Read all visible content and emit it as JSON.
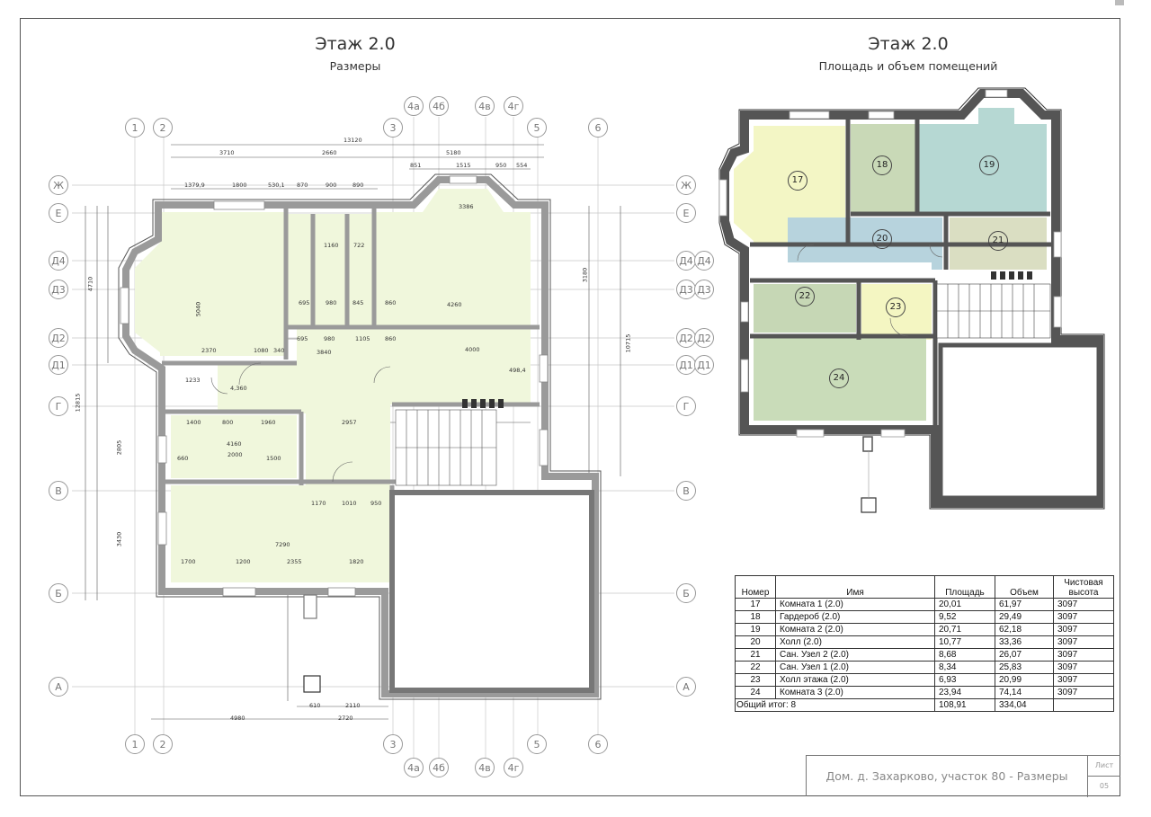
{
  "left_plan": {
    "title": "Этаж 2.0",
    "subtitle": "Размеры"
  },
  "right_plan": {
    "title": "Этаж 2.0",
    "subtitle": "Площадь и объем помещений"
  },
  "axes_top_left": [
    "1",
    "2",
    "4а",
    "4б",
    "4в",
    "4г",
    "3",
    "5",
    "6"
  ],
  "axes_side": [
    "Ж",
    "Е",
    "Д4",
    "Д3",
    "Д2",
    "Д1",
    "Г",
    "В",
    "Б",
    "А"
  ],
  "dimensions": {
    "overall": "13120",
    "top1": [
      "3710",
      "2660",
      "5180"
    ],
    "top2": [
      "851",
      "1515",
      "950",
      "554"
    ],
    "top3": [
      "1379,9",
      "1800",
      "530,1",
      "870",
      "900",
      "890"
    ],
    "left_total": "12815",
    "left_parts": [
      "4710",
      "2805",
      "3430"
    ],
    "bottom": [
      "4980",
      "610",
      "2110",
      "2720"
    ],
    "right_total": "10715",
    "inner": [
      "4260",
      "2370",
      "1080",
      "340",
      "3840",
      "4000",
      "2957",
      "4160",
      "1400",
      "800",
      "1960",
      "2000",
      "660",
      "1500",
      "1170",
      "1010",
      "950",
      "7290",
      "1700",
      "1200",
      "2355",
      "1820",
      "695",
      "980",
      "845",
      "860",
      "695",
      "980",
      "1105",
      "860",
      "1233",
      "4,360",
      "5040",
      "3386",
      "1160",
      "722",
      "498,4",
      "3180"
    ]
  },
  "rooms": [
    {
      "num": "17",
      "color": "#f3f6c5"
    },
    {
      "num": "18",
      "color": "#c9d9b7"
    },
    {
      "num": "19",
      "color": "#b6d8d3"
    },
    {
      "num": "20",
      "color": "#b7d3dd"
    },
    {
      "num": "21",
      "color": "#dadec2"
    },
    {
      "num": "22",
      "color": "#c6d7b5"
    },
    {
      "num": "23",
      "color": "#f4f6c2"
    },
    {
      "num": "24",
      "color": "#c9dcb9"
    }
  ],
  "schedule": {
    "headers": [
      "Номер",
      "Имя",
      "Площадь",
      "Объем",
      "Чистовая высота"
    ],
    "rows": [
      [
        "17",
        "Комната 1 (2.0)",
        "20,01",
        "61,97",
        "3097"
      ],
      [
        "18",
        "Гардероб  (2.0)",
        "9,52",
        "29,49",
        "3097"
      ],
      [
        "19",
        "Комната 2 (2.0)",
        "20,71",
        "62,18",
        "3097"
      ],
      [
        "20",
        "Холл (2.0)",
        "10,77",
        "33,36",
        "3097"
      ],
      [
        "21",
        "Сан. Узел 2 (2.0)",
        "8,68",
        "26,07",
        "3097"
      ],
      [
        "22",
        "Сан. Узел 1 (2.0)",
        "8,34",
        "25,83",
        "3097"
      ],
      [
        "23",
        "Холл этажа (2.0)",
        "6,93",
        "20,99",
        "3097"
      ],
      [
        "24",
        "Комната 3 (2.0)",
        "23,94",
        "74,14",
        "3097"
      ]
    ],
    "total_label": "Общий итог: 8",
    "total_area": "108,91",
    "total_volume": "334,04"
  },
  "stamp": {
    "project": "Дом. д. Захарково, участок 80 - Размеры",
    "sheet_label": "Лист",
    "sheet_number": "05"
  }
}
